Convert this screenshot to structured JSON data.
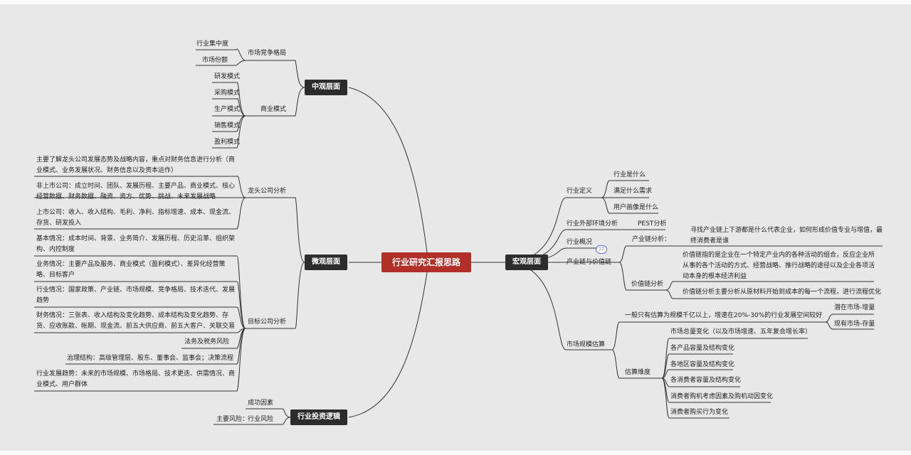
{
  "root": "行业研究汇报思路",
  "branches": {
    "zhongguan": {
      "label": "中观层面",
      "groups": {
        "competition": {
          "label": "市场竞争格局",
          "items": [
            "行业集中度",
            "市场份额"
          ]
        },
        "business_model": {
          "label": "商业模式",
          "items": [
            "研发模式",
            "采购模式",
            "生产模式",
            "销售模式",
            "盈利模式"
          ]
        }
      }
    },
    "weiguan": {
      "label": "微观层面",
      "leader": {
        "label": "龙头公司分析",
        "items": [
          "主要了解龙头公司发展态势及战略内容，重点对财务信息进行分析（商业模式、业务发展状况、财务信息以及资本运作）",
          "非上市公司：成立时间、团队、发展历程、主要产品、商业模式、核心经营数据、财务数据、融资、资方、优势、挑战、未来发展战略",
          "上市公司：收入、收入结构、毛利、净利、指标增速、成本、现金流、存货、研发投入"
        ]
      },
      "target": {
        "label": "目标公司分析",
        "items": [
          "基本情况：成本时间、背景、业务简介、发展历程、历史沿革、组织架构、内控制度",
          "业务情况：主要产品及服务、商业模式（盈利模式）、差异化经营策略、目标客户",
          "行业情况：国家政策、产业链、市场规模、竞争格局、技术迭代、发展趋势",
          "财务情况：三张表、收入结构及变化趋势、成本结构及变化趋势、存货、应收账款、帐期、现金流、前五大供应商、前五大客户、关联交易",
          "法务及税务风险",
          "治理结构：高级管理层、股东、董事会、监事会；决策流程",
          "行业发展趋势：未来的市场规模、市场格局、技术更迭、供需情况、商业模式、用户群体"
        ]
      }
    },
    "touzi": {
      "label": "行业投资逻辑",
      "items": [
        "成功因素",
        "行业风险"
      ],
      "risk_prefix": "主要风险："
    },
    "hongguan": {
      "label": "宏观层面",
      "definition": {
        "label": "行业定义",
        "items": [
          "行业是什么",
          "满足什么需求",
          "用户画像是什么"
        ]
      },
      "external": {
        "label": "行业外部环境分析",
        "item": "PEST分析"
      },
      "overview": {
        "label": "行业概况",
        "badge": "17"
      },
      "chain": {
        "label": "产业链与价值链",
        "industry_chain": {
          "label": "产业链分析：",
          "text": "寻找产业链上下游都是什么代表企业，如何形成价值专业与增值，最终消费者是谁"
        },
        "value_chain": {
          "label": "价值链分析",
          "texts": [
            "价值链指的是企业在一个特定产业内的各种活动的组合，反应企业所从事的各个活动的方式、经营战略、推行战略的途径以及企业各项活动本身的根本经济利益",
            "价值链分析主要分析从原材料开始到成本的每一个流程，进行流程优化"
          ]
        }
      },
      "market": {
        "label": "市场规模估算",
        "estimate": {
          "text": "一般只有估算为规模千亿以上，增速在20%-30%的行业发展空间较好",
          "items": [
            "潜在市场-增量",
            "现有市场-存量"
          ]
        },
        "dimension": {
          "label": "估算维度",
          "items": [
            "市场总量变化（以及市场增速、五年复合增长率）",
            "各产品容量及结构变化",
            "各地区容量及结构变化",
            "各消费者容量及结构变化",
            "消费者购机考虑因素及购机动因变化",
            "消费者购买行为变化"
          ]
        }
      }
    }
  }
}
